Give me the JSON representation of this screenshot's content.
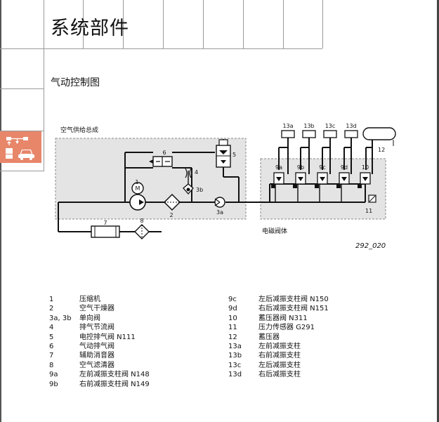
{
  "page": {
    "title": "系统部件",
    "section_title": "气动控制图",
    "side_tab_icon": "air-suspension-system-icon"
  },
  "diagram": {
    "supply_caption": "空气供给总成",
    "valve_block_caption": "电磁阀体",
    "figure_id": "292_020",
    "labels": {
      "n1": "1",
      "m": "M",
      "n2": "2",
      "n3a": "3a",
      "n3b": "3b",
      "n4": "4",
      "n5": "5",
      "n6": "6",
      "n7": "7",
      "n8": "8",
      "n9a": "9a",
      "n9b": "9b",
      "n9c": "9c",
      "n9d": "9d",
      "n10": "10",
      "n11": "11",
      "n12": "12",
      "n13a": "13a",
      "n13b": "13b",
      "n13c": "13c",
      "n13d": "13d"
    }
  },
  "legend": {
    "left": [
      {
        "num": "1",
        "text": "压缩机"
      },
      {
        "num": "2",
        "text": "空气干燥器"
      },
      {
        "num": "3a, 3b",
        "text": "单向阀"
      },
      {
        "num": "4",
        "text": "排气节流阀"
      },
      {
        "num": "5",
        "text": "电控排气阀 N111"
      },
      {
        "num": "6",
        "text": "气动排气阀"
      },
      {
        "num": "7",
        "text": "辅助消音器"
      },
      {
        "num": "8",
        "text": "空气滤清器"
      },
      {
        "num": "9a",
        "text": "左前减振支柱阀 N148"
      },
      {
        "num": "9b",
        "text": "右前减振支柱阀 N149"
      }
    ],
    "right": [
      {
        "num": "9c",
        "text": "左后减振支柱阀 N150"
      },
      {
        "num": "9d",
        "text": "右后减振支柱阀 N151"
      },
      {
        "num": "10",
        "text": "蓄压器阀 N311"
      },
      {
        "num": "11",
        "text": "压力传感器 G291"
      },
      {
        "num": "12",
        "text": "蓄压器"
      },
      {
        "num": "13a",
        "text": "左前减振支柱"
      },
      {
        "num": "13b",
        "text": "右前减振支柱"
      },
      {
        "num": "13c",
        "text": "左后减振支柱"
      },
      {
        "num": "13d",
        "text": "右后减振支柱"
      }
    ]
  }
}
